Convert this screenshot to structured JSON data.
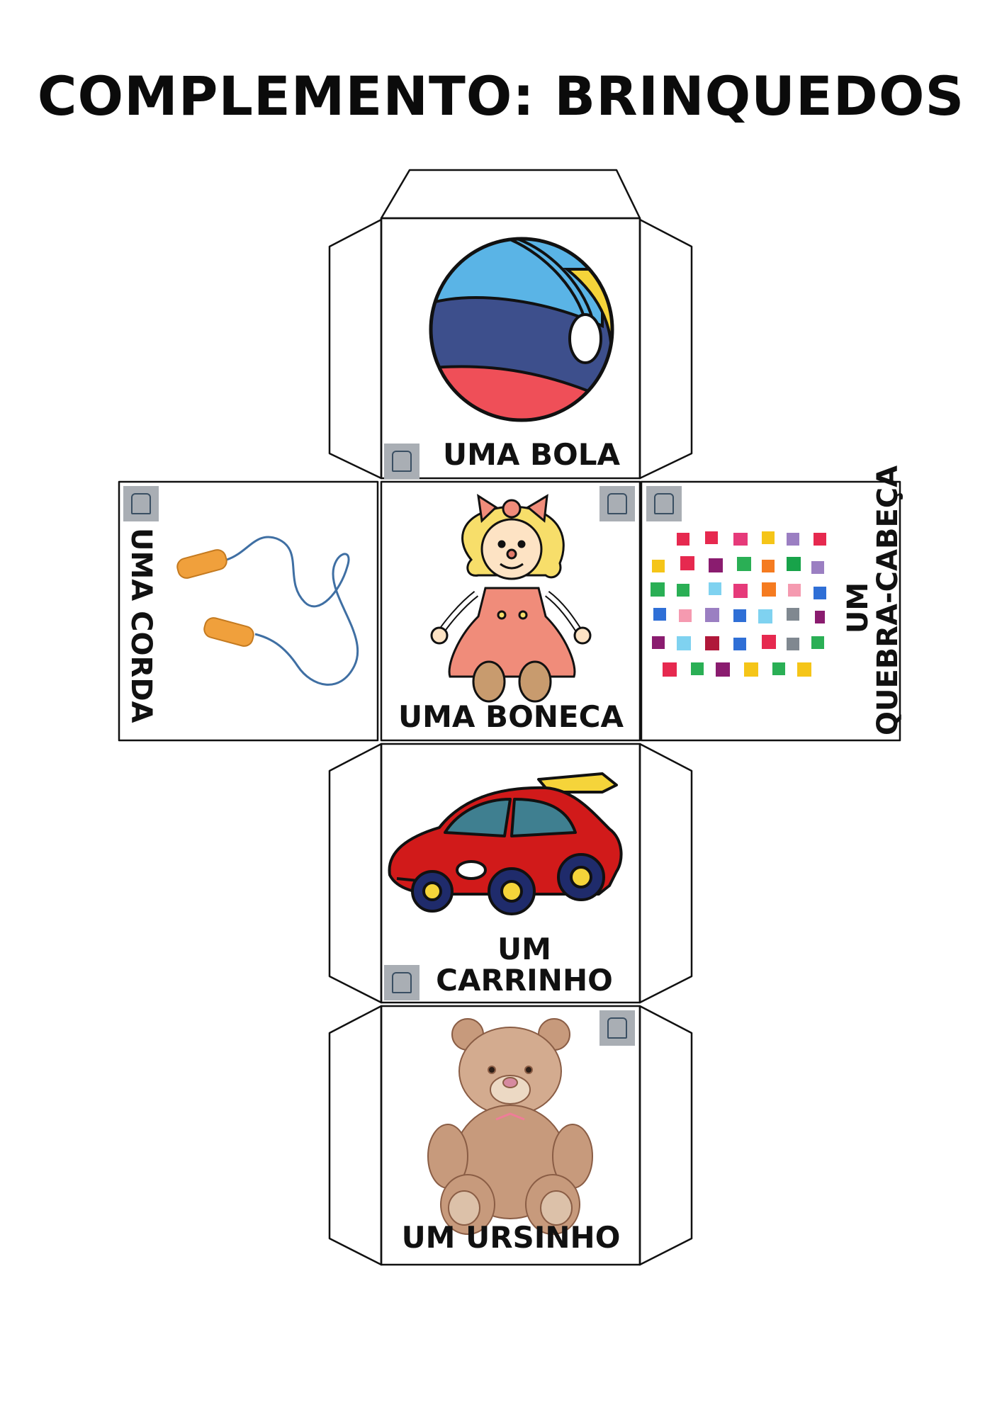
{
  "title": "COMPLEMENTO: BRINQUEDOS",
  "faces": {
    "bola": {
      "label": "UMA BOLA"
    },
    "corda": {
      "label": "UMA CORDA"
    },
    "boneca": {
      "label": "UMA BONECA"
    },
    "quebra": {
      "line1": "UM",
      "line2": "QUEBRA-CABEÇA"
    },
    "carrinho": {
      "line1": "UM",
      "line2": "CARRINHO"
    },
    "ursinho": {
      "label": "UM URSINHO"
    }
  },
  "icons": [
    "ball-icon",
    "jump-rope-icon",
    "doll-icon",
    "puzzle-pieces-icon",
    "toy-car-icon",
    "teddy-bear-icon",
    "school-logo-icon"
  ],
  "colors": {
    "ball_light_blue": "#5ab4e6",
    "ball_dark_blue": "#3d4f8c",
    "ball_red": "#ef4f58",
    "ball_yellow": "#f5d43a",
    "car_red": "#d11a1a",
    "doll_dress": "#f08c7a",
    "doll_hair": "#f7de6a",
    "rope_handle": "#f0a03c",
    "bear_brown": "#c79a7c"
  }
}
